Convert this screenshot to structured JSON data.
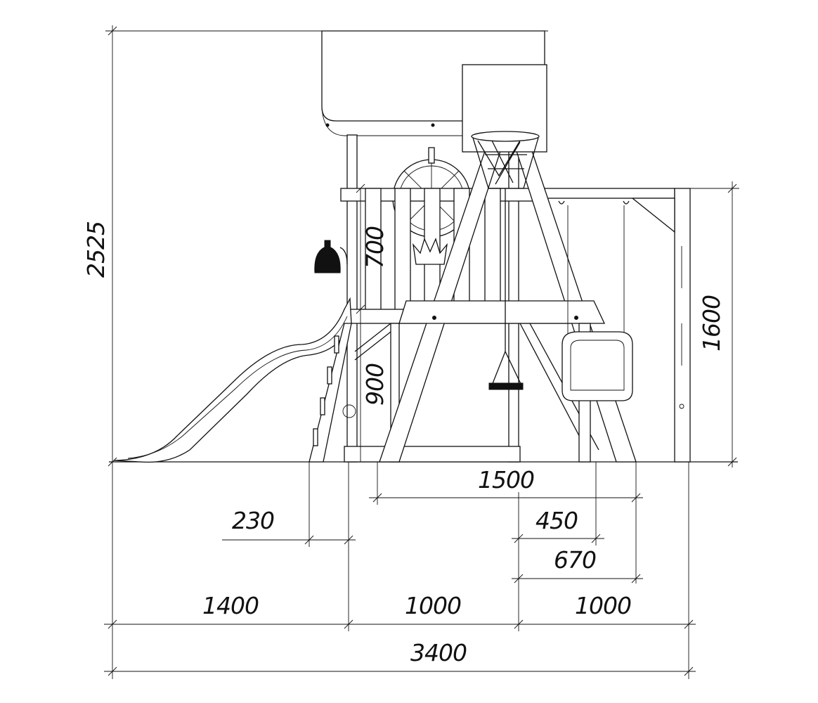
{
  "dimensions": {
    "total_height": "2525",
    "platform_rail": "700",
    "platform_height": "900",
    "swing_beam_height": "1600",
    "a_frame_base": "1500",
    "ladder_offset": "230",
    "swing_leg_450": "450",
    "swing_leg_670": "670",
    "slide_section": "1400",
    "tower_section": "1000",
    "swing_section": "1000",
    "total_length": "3400"
  },
  "colors": {
    "line": "#111111",
    "background": "#ffffff"
  }
}
